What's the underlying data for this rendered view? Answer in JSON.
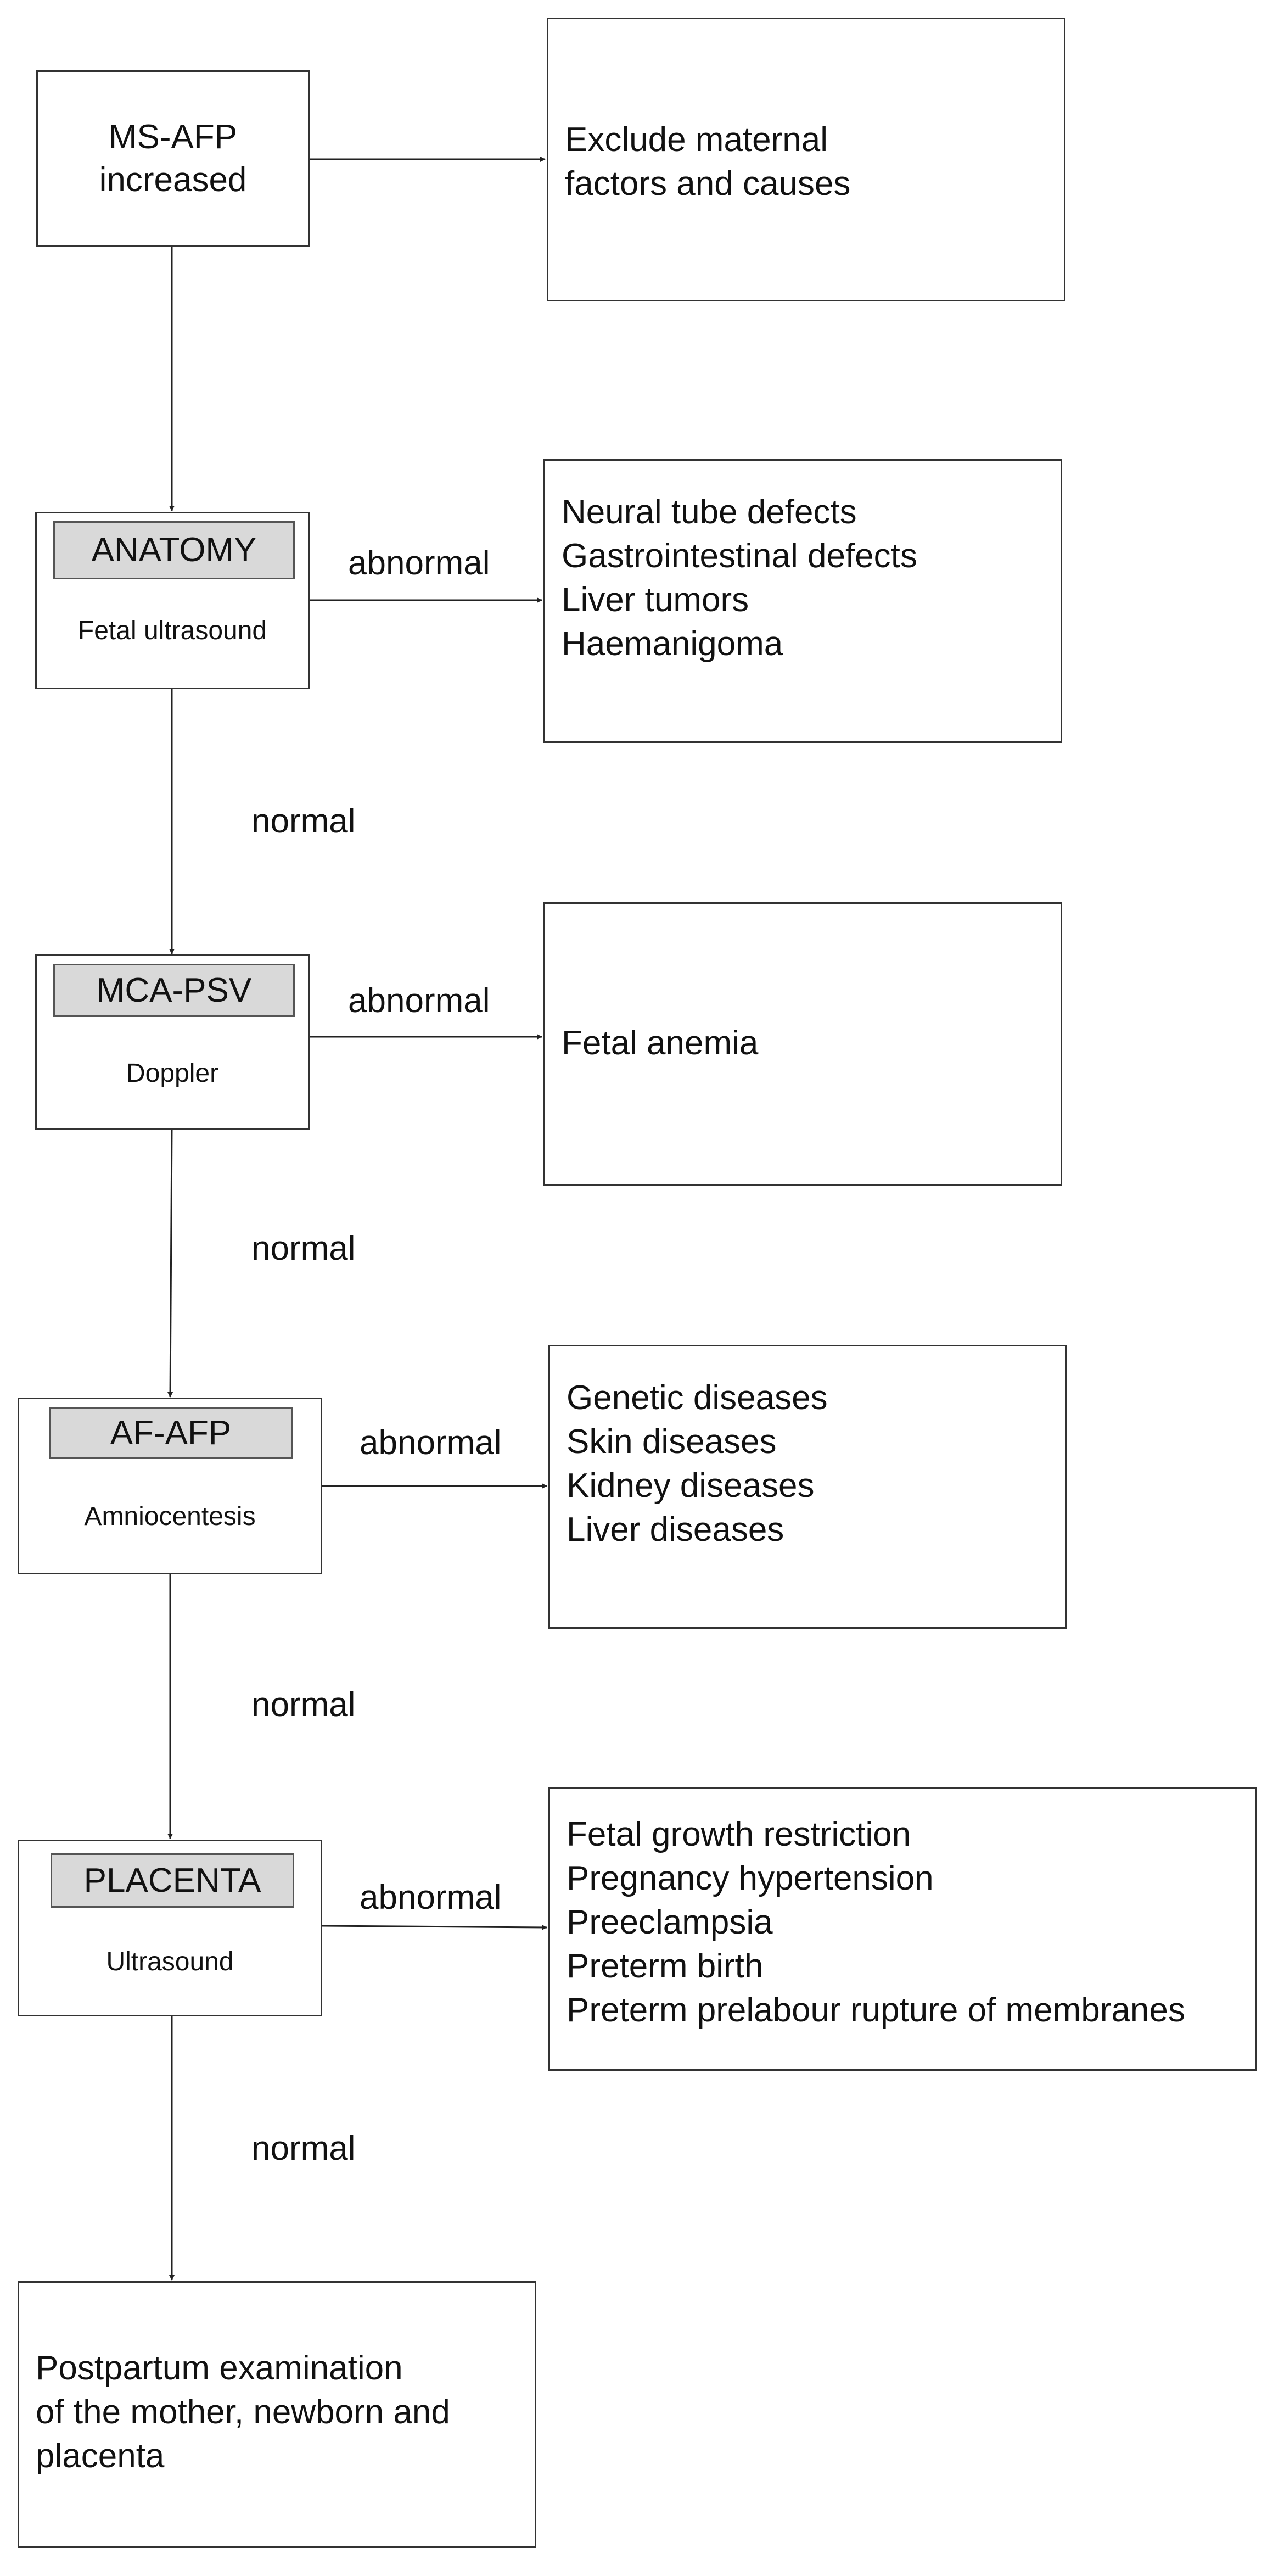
{
  "start": {
    "line1": "MS-AFP",
    "line2": "increased"
  },
  "exclude": {
    "lines": [
      "Exclude maternal",
      "factors and causes"
    ]
  },
  "steps": [
    {
      "tag": "ANATOMY",
      "sub": "Fetal ultrasound"
    },
    {
      "tag": "MCA-PSV",
      "sub": "Doppler"
    },
    {
      "tag": "AF-AFP",
      "sub": "Amniocentesis"
    },
    {
      "tag": "PLACENTA",
      "sub": "Ultrasound"
    }
  ],
  "outcomes": [
    {
      "lines": [
        "Neural tube defects",
        "Gastrointestinal defects",
        "Liver tumors",
        "Haemanigoma"
      ]
    },
    {
      "lines": [
        "Fetal anemia"
      ]
    },
    {
      "lines": [
        "Genetic diseases",
        "Skin diseases",
        "Kidney diseases",
        "Liver diseases"
      ]
    },
    {
      "lines": [
        "Fetal growth restriction",
        "Pregnancy hypertension",
        "Preeclampsia",
        "Preterm birth",
        "Preterm prelabour rupture of membranes"
      ]
    }
  ],
  "labels": {
    "abnormal": "abnormal",
    "normal": "normal"
  },
  "final": {
    "lines": [
      "Postpartum examination",
      "of the mother, newborn and",
      "placenta"
    ]
  }
}
